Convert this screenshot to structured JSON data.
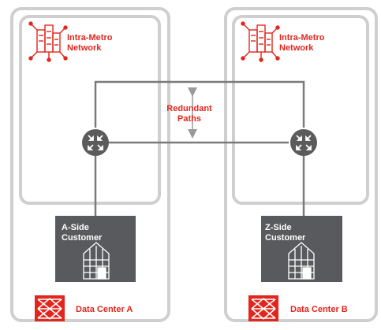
{
  "diagram": {
    "data_center_a": {
      "name": "Data Center A",
      "network_label": "Intra-Metro\nNetwork",
      "customer_label": "A-Side\nCustomer",
      "network_icon": "network-server-icon",
      "router_icon": "router-icon",
      "customer_icon": "building-icon",
      "data_center_icon": "data-center-mesh-icon"
    },
    "data_center_b": {
      "name": "Data Center B",
      "network_label": "Intra-Metro\nNetwork",
      "customer_label": "Z-Side\nCustomer",
      "network_icon": "network-server-icon",
      "router_icon": "router-icon",
      "customer_icon": "building-icon",
      "data_center_icon": "data-center-mesh-icon"
    },
    "paths_label": "Redundant\nPaths",
    "colors": {
      "accent_red": "#e2261d",
      "outline_gray": "#c8c8c8",
      "router_gray": "#5b5b5b",
      "customer_gray": "#595a5d",
      "line_gray": "#7a7a7a"
    }
  }
}
